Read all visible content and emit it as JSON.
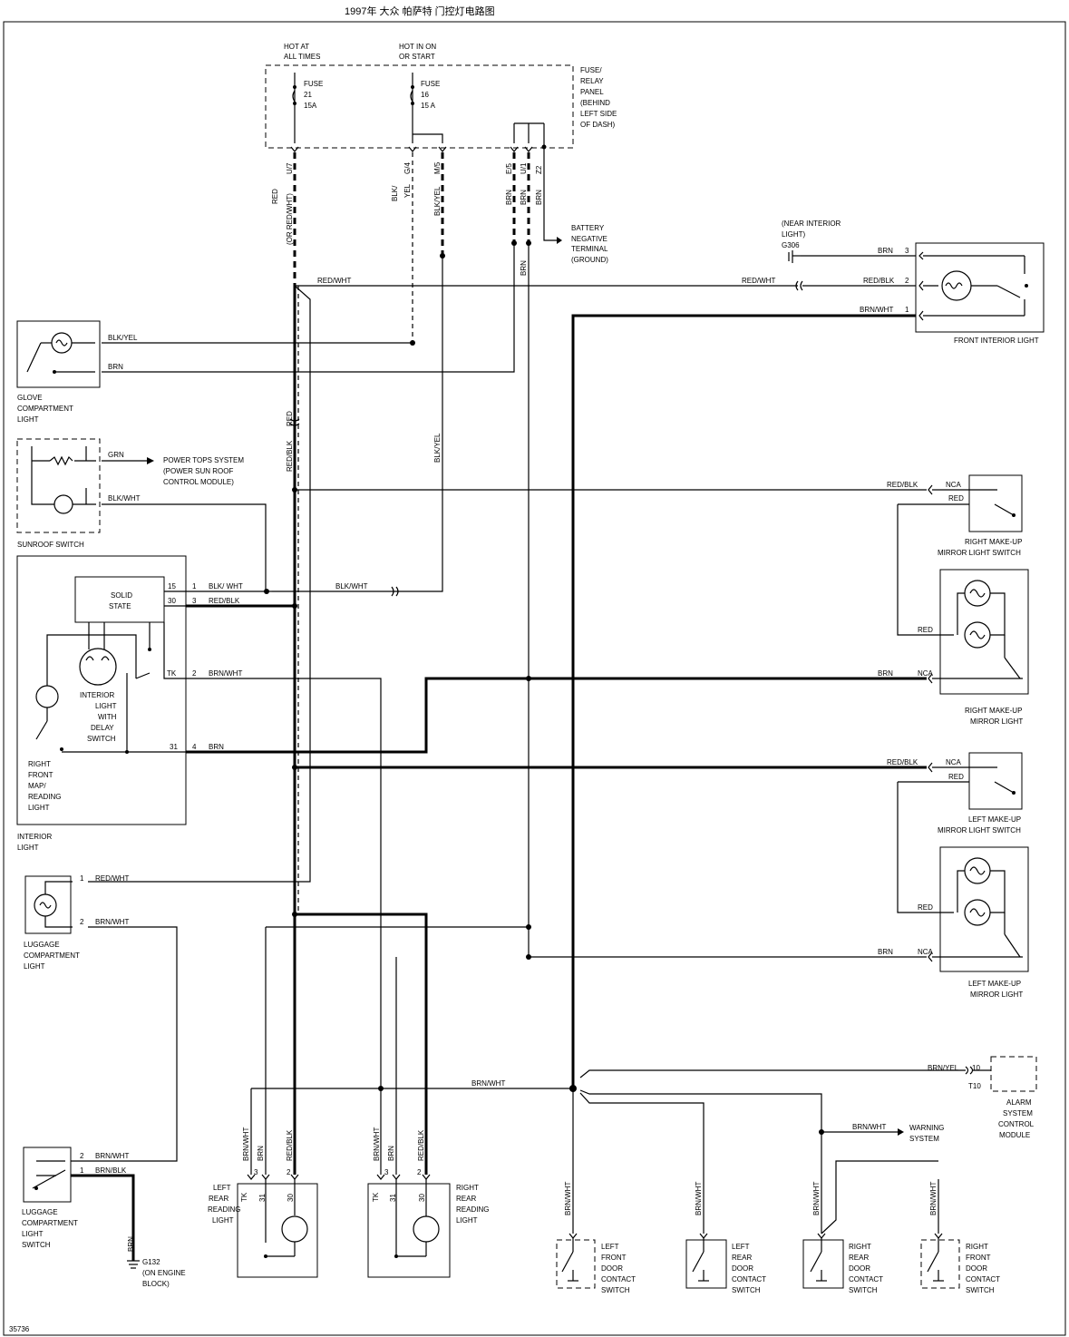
{
  "title": "1997年 大众 帕萨特 门控灯电路图",
  "figure_number": "35736",
  "fuse_panel": {
    "hot_at_all_times": [
      "HOT AT",
      "ALL TIMES"
    ],
    "hot_in_on": [
      "HOT IN ON",
      "OR START"
    ],
    "fuse21": [
      "FUSE",
      "21",
      "15A"
    ],
    "fuse16": [
      "FUSE",
      "16",
      "15 A"
    ],
    "description": [
      "FUSE/",
      "RELAY",
      "PANEL",
      "(BEHIND",
      "LEFT SIDE",
      "OF DASH)"
    ],
    "terminals": [
      "U/7",
      "G/4",
      "M/5",
      "E/5",
      "U/1",
      "Z2"
    ]
  },
  "battery": [
    "BATTERY",
    "NEGATIVE",
    "TERMINAL",
    "(GROUND)"
  ],
  "ground_g306": [
    "(NEAR INTERIOR",
    "LIGHT)",
    "G306"
  ],
  "ground_g132": [
    "G132",
    "(ON ENGINE",
    "BLOCK)"
  ],
  "power_tops": [
    "POWER TOPS SYSTEM",
    "(POWER SUN ROOF",
    "CONTROL MODULE)"
  ],
  "warning_system": [
    "WARNING",
    "SYSTEM"
  ],
  "solid_state": [
    "SOLID",
    "STATE"
  ],
  "components": {
    "glove": [
      "GLOVE",
      "COMPARTMENT",
      "LIGHT"
    ],
    "sunroof": [
      "SUNROOF SWITCH"
    ],
    "interior_delay": [
      "INTERIOR",
      "LIGHT",
      "WITH",
      "DELAY",
      "SWITCH"
    ],
    "right_front_map": [
      "RIGHT",
      "FRONT",
      "MAP/",
      "READING",
      "LIGHT"
    ],
    "interior_light": [
      "INTERIOR",
      "LIGHT"
    ],
    "luggage_light": [
      "LUGGAGE",
      "COMPARTMENT",
      "LIGHT"
    ],
    "luggage_switch": [
      "LUGGAGE",
      "COMPARTMENT",
      "LIGHT",
      "SWITCH"
    ],
    "left_rear_reading": [
      "LEFT",
      "REAR",
      "READING",
      "LIGHT"
    ],
    "right_rear_reading": [
      "RIGHT",
      "REAR",
      "READING",
      "LIGHT"
    ],
    "lf_door": [
      "LEFT",
      "FRONT",
      "DOOR",
      "CONTACT",
      "SWITCH"
    ],
    "lr_door": [
      "LEFT",
      "REAR",
      "DOOR",
      "CONTACT",
      "SWITCH"
    ],
    "rr_door": [
      "RIGHT",
      "REAR",
      "DOOR",
      "CONTACT",
      "SWITCH"
    ],
    "rf_door": [
      "RIGHT",
      "FRONT",
      "DOOR",
      "CONTACT",
      "SWITCH"
    ],
    "front_interior": [
      "FRONT INTERIOR LIGHT"
    ],
    "r_mirror_switch": [
      "RIGHT MAKE-UP",
      "MIRROR LIGHT SWITCH"
    ],
    "r_mirror_light": [
      "RIGHT MAKE-UP",
      "MIRROR LIGHT"
    ],
    "l_mirror_switch": [
      "LEFT MAKE-UP",
      "MIRROR LIGHT SWITCH"
    ],
    "l_mirror_light": [
      "LEFT MAKE-UP",
      "MIRROR LIGHT"
    ],
    "alarm": [
      "ALARM",
      "SYSTEM",
      "CONTROL",
      "MODULE"
    ]
  },
  "wires": {
    "red": "RED",
    "red_or": "(OR RED/WHT)",
    "red_wht": "RED/WHT",
    "red_blk": "RED/BLK",
    "blk_yel": "BLK/YEL",
    "blk": "BLK/",
    "yel": "YEL",
    "brn": "BRN",
    "brn_wht": "BRN/WHT",
    "brn_blk": "BRN/BLK",
    "brn_yel": "BRN/YEL",
    "blk_wht": "BLK/WHT",
    "blk_wht_sp": "BLK/ WHT",
    "grn": "GRN",
    "nca": "NCA",
    "tk": "TK"
  },
  "pins": {
    "p1": "1",
    "p2": "2",
    "p3": "3",
    "p4": "4",
    "p10": "10",
    "p15": "15",
    "p30": "30",
    "p31": "31",
    "t10": "T10"
  }
}
